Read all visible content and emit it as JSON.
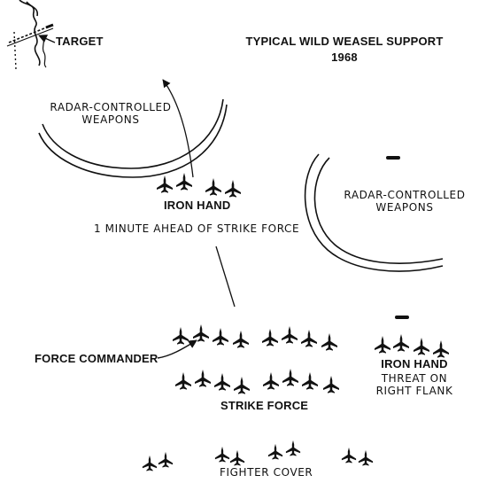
{
  "title": {
    "line1": "TYPICAL WILD WEASEL SUPPORT",
    "line2": "1968"
  },
  "target_label": "TARGET",
  "radar_zone_left": {
    "line1": "RADAR-CONTROLLED",
    "line2": "WEAPONS"
  },
  "radar_zone_right": {
    "line1": "RADAR-CONTROLLED",
    "line2": "WEAPONS"
  },
  "iron_hand_lead": {
    "label": "IRON HAND",
    "note": "1 MINUTE AHEAD OF STRIKE FORCE"
  },
  "force_commander_label": "FORCE COMMANDER",
  "strike_force_label": "STRIKE FORCE",
  "iron_hand_flank": {
    "label": "IRON HAND",
    "note_line1": "THREAT ON",
    "note_line2": "RIGHT FLANK"
  },
  "fighter_cover_label": "FIGHTER COVER",
  "colors": {
    "ink": "#111111",
    "background": "#ffffff"
  },
  "icons": {
    "aircraft": "aircraft-icon",
    "threat_site": "threat-site-icon",
    "target": "target-terrain-icon"
  }
}
